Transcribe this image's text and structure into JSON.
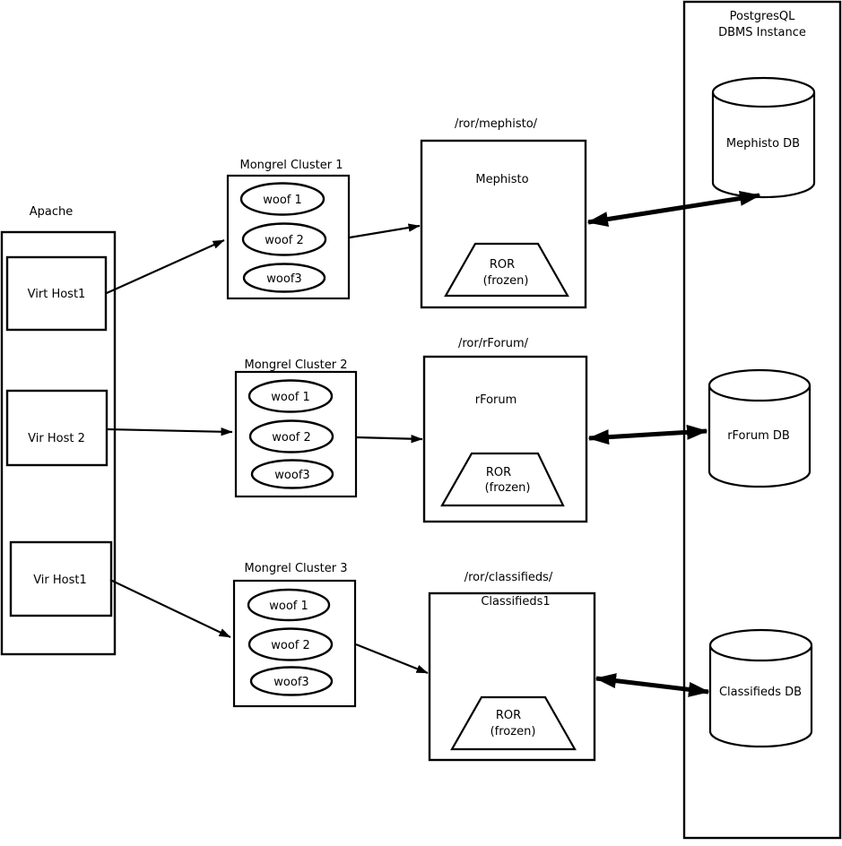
{
  "colors": {
    "ink": "#000000",
    "paper": "#ffffff"
  },
  "apache": {
    "label": "Apache",
    "hosts": [
      {
        "label": "Virt Host1"
      },
      {
        "label": "Vir Host 2"
      },
      {
        "label": "Vir Host1"
      }
    ]
  },
  "clusters": [
    {
      "title": "Mongrel Cluster 1",
      "workers": [
        "woof 1",
        "woof 2",
        "woof3"
      ]
    },
    {
      "title": "Mongrel Cluster 2",
      "workers": [
        "woof 1",
        "woof 2",
        "woof3"
      ]
    },
    {
      "title": "Mongrel Cluster 3",
      "workers": [
        "woof 1",
        "woof 2",
        "woof3"
      ]
    }
  ],
  "apps": [
    {
      "path": "/ror/mephisto/",
      "name": "Mephisto",
      "runtime": "ROR",
      "runtime_state": "(frozen)"
    },
    {
      "path": "/ror/rForum/",
      "name": "rForum",
      "runtime": "ROR",
      "runtime_state": "(frozen)"
    },
    {
      "path": "/ror/classifieds/",
      "name": "Classifieds1",
      "runtime": "ROR",
      "runtime_state": "(frozen)"
    }
  ],
  "dbms": {
    "title_line1": "PostgresQL",
    "title_line2": "DBMS Instance",
    "databases": [
      {
        "label": "Mephisto DB"
      },
      {
        "label": "rForum DB"
      },
      {
        "label": "Classifieds DB"
      }
    ]
  }
}
